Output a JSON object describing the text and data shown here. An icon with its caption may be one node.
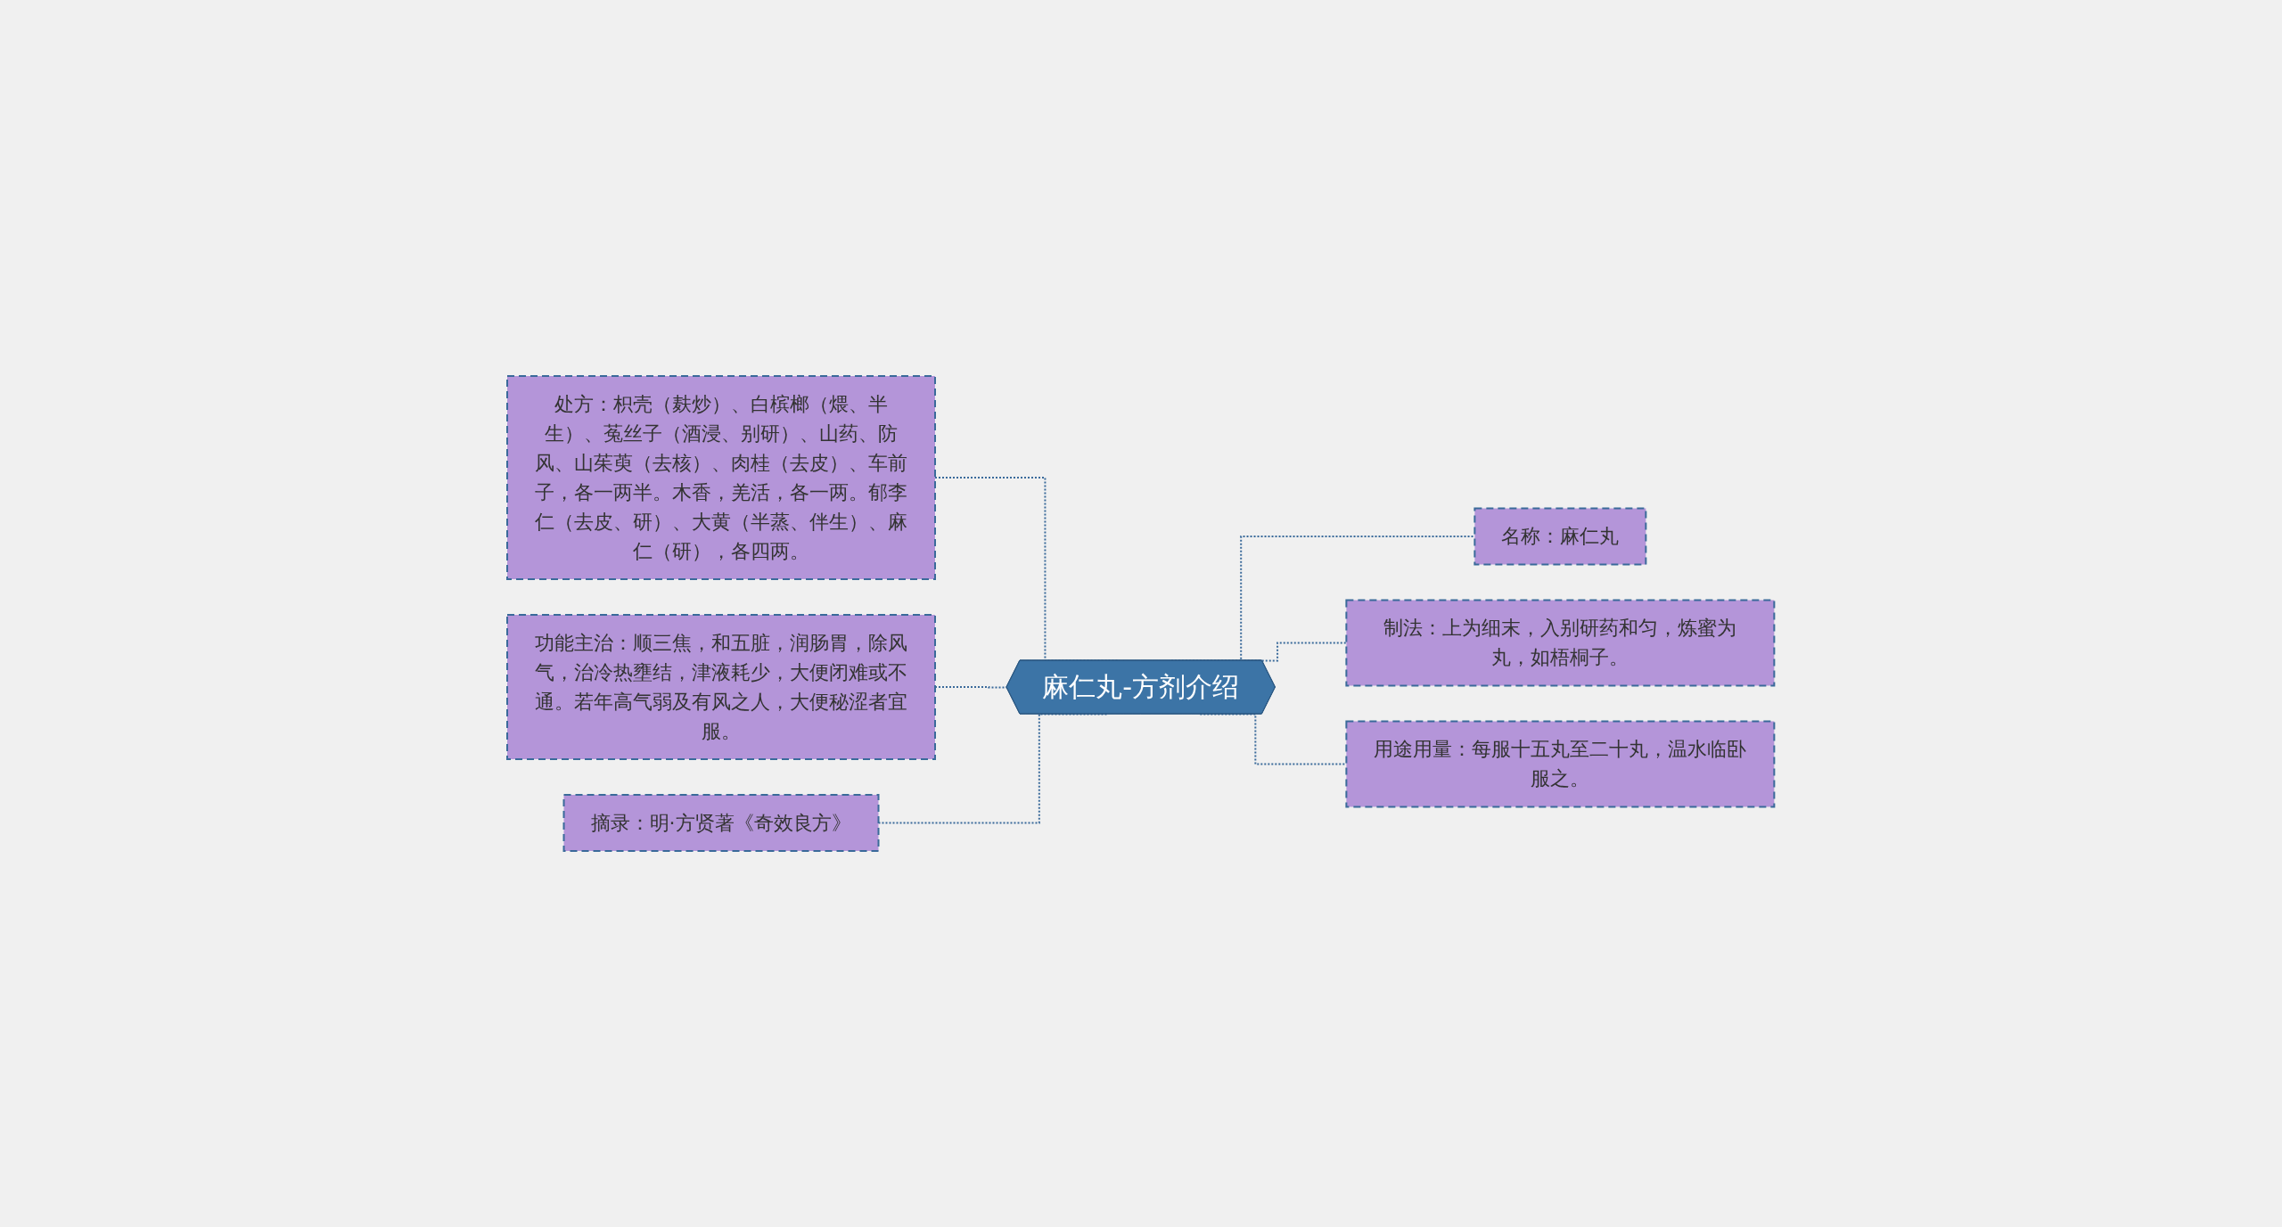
{
  "diagram": {
    "nodes": [
      {
        "text": [
          "麻仁丸-方剂介绍"
        ]
      },
      {
        "text": [
          "处方：枳壳（麸炒）、白槟榔（煨、半生）、菟丝子（酒浸、别研）、山药、防风、山茱萸（去核）、肉桂（去皮）、车前子，各一两半。木香，羌活，各一两。郁李仁（去皮、研）、大黄（半蒸、伴生）、麻仁（研），各四两。"
        ]
      },
      {
        "text": [
          "功能主治：顺三焦，和五脏，润肠胃，除风气，治冷热壅结，津液耗少，大便闭难或不通。若年高气弱及有风之人，大便秘涩者宜服。"
        ]
      },
      {
        "text": [
          "摘录：明·方贤著《奇效良方》"
        ]
      },
      {
        "text": [
          "名称：麻仁丸"
        ]
      },
      {
        "text": [
          "制法：上为细末，入别研药和匀，炼蜜为丸，如梧桐子。"
        ]
      },
      {
        "text": [
          "用途用量：每服十五丸至二十丸，温水临卧服之。"
        ]
      }
    ],
    "edges": [
      {
        "from": 0,
        "to": 1,
        "arrow": "none",
        "style": "dashed"
      },
      {
        "from": 0,
        "to": 2,
        "arrow": "none",
        "style": "dashed"
      },
      {
        "from": 0,
        "to": 3,
        "arrow": "none",
        "style": "dashed"
      },
      {
        "from": 0,
        "to": 4,
        "arrow": "none",
        "style": "dashed"
      },
      {
        "from": 0,
        "to": 5,
        "arrow": "none",
        "style": "dashed"
      },
      {
        "from": 0,
        "to": 6,
        "arrow": "none",
        "style": "dashed"
      }
    ]
  }
}
